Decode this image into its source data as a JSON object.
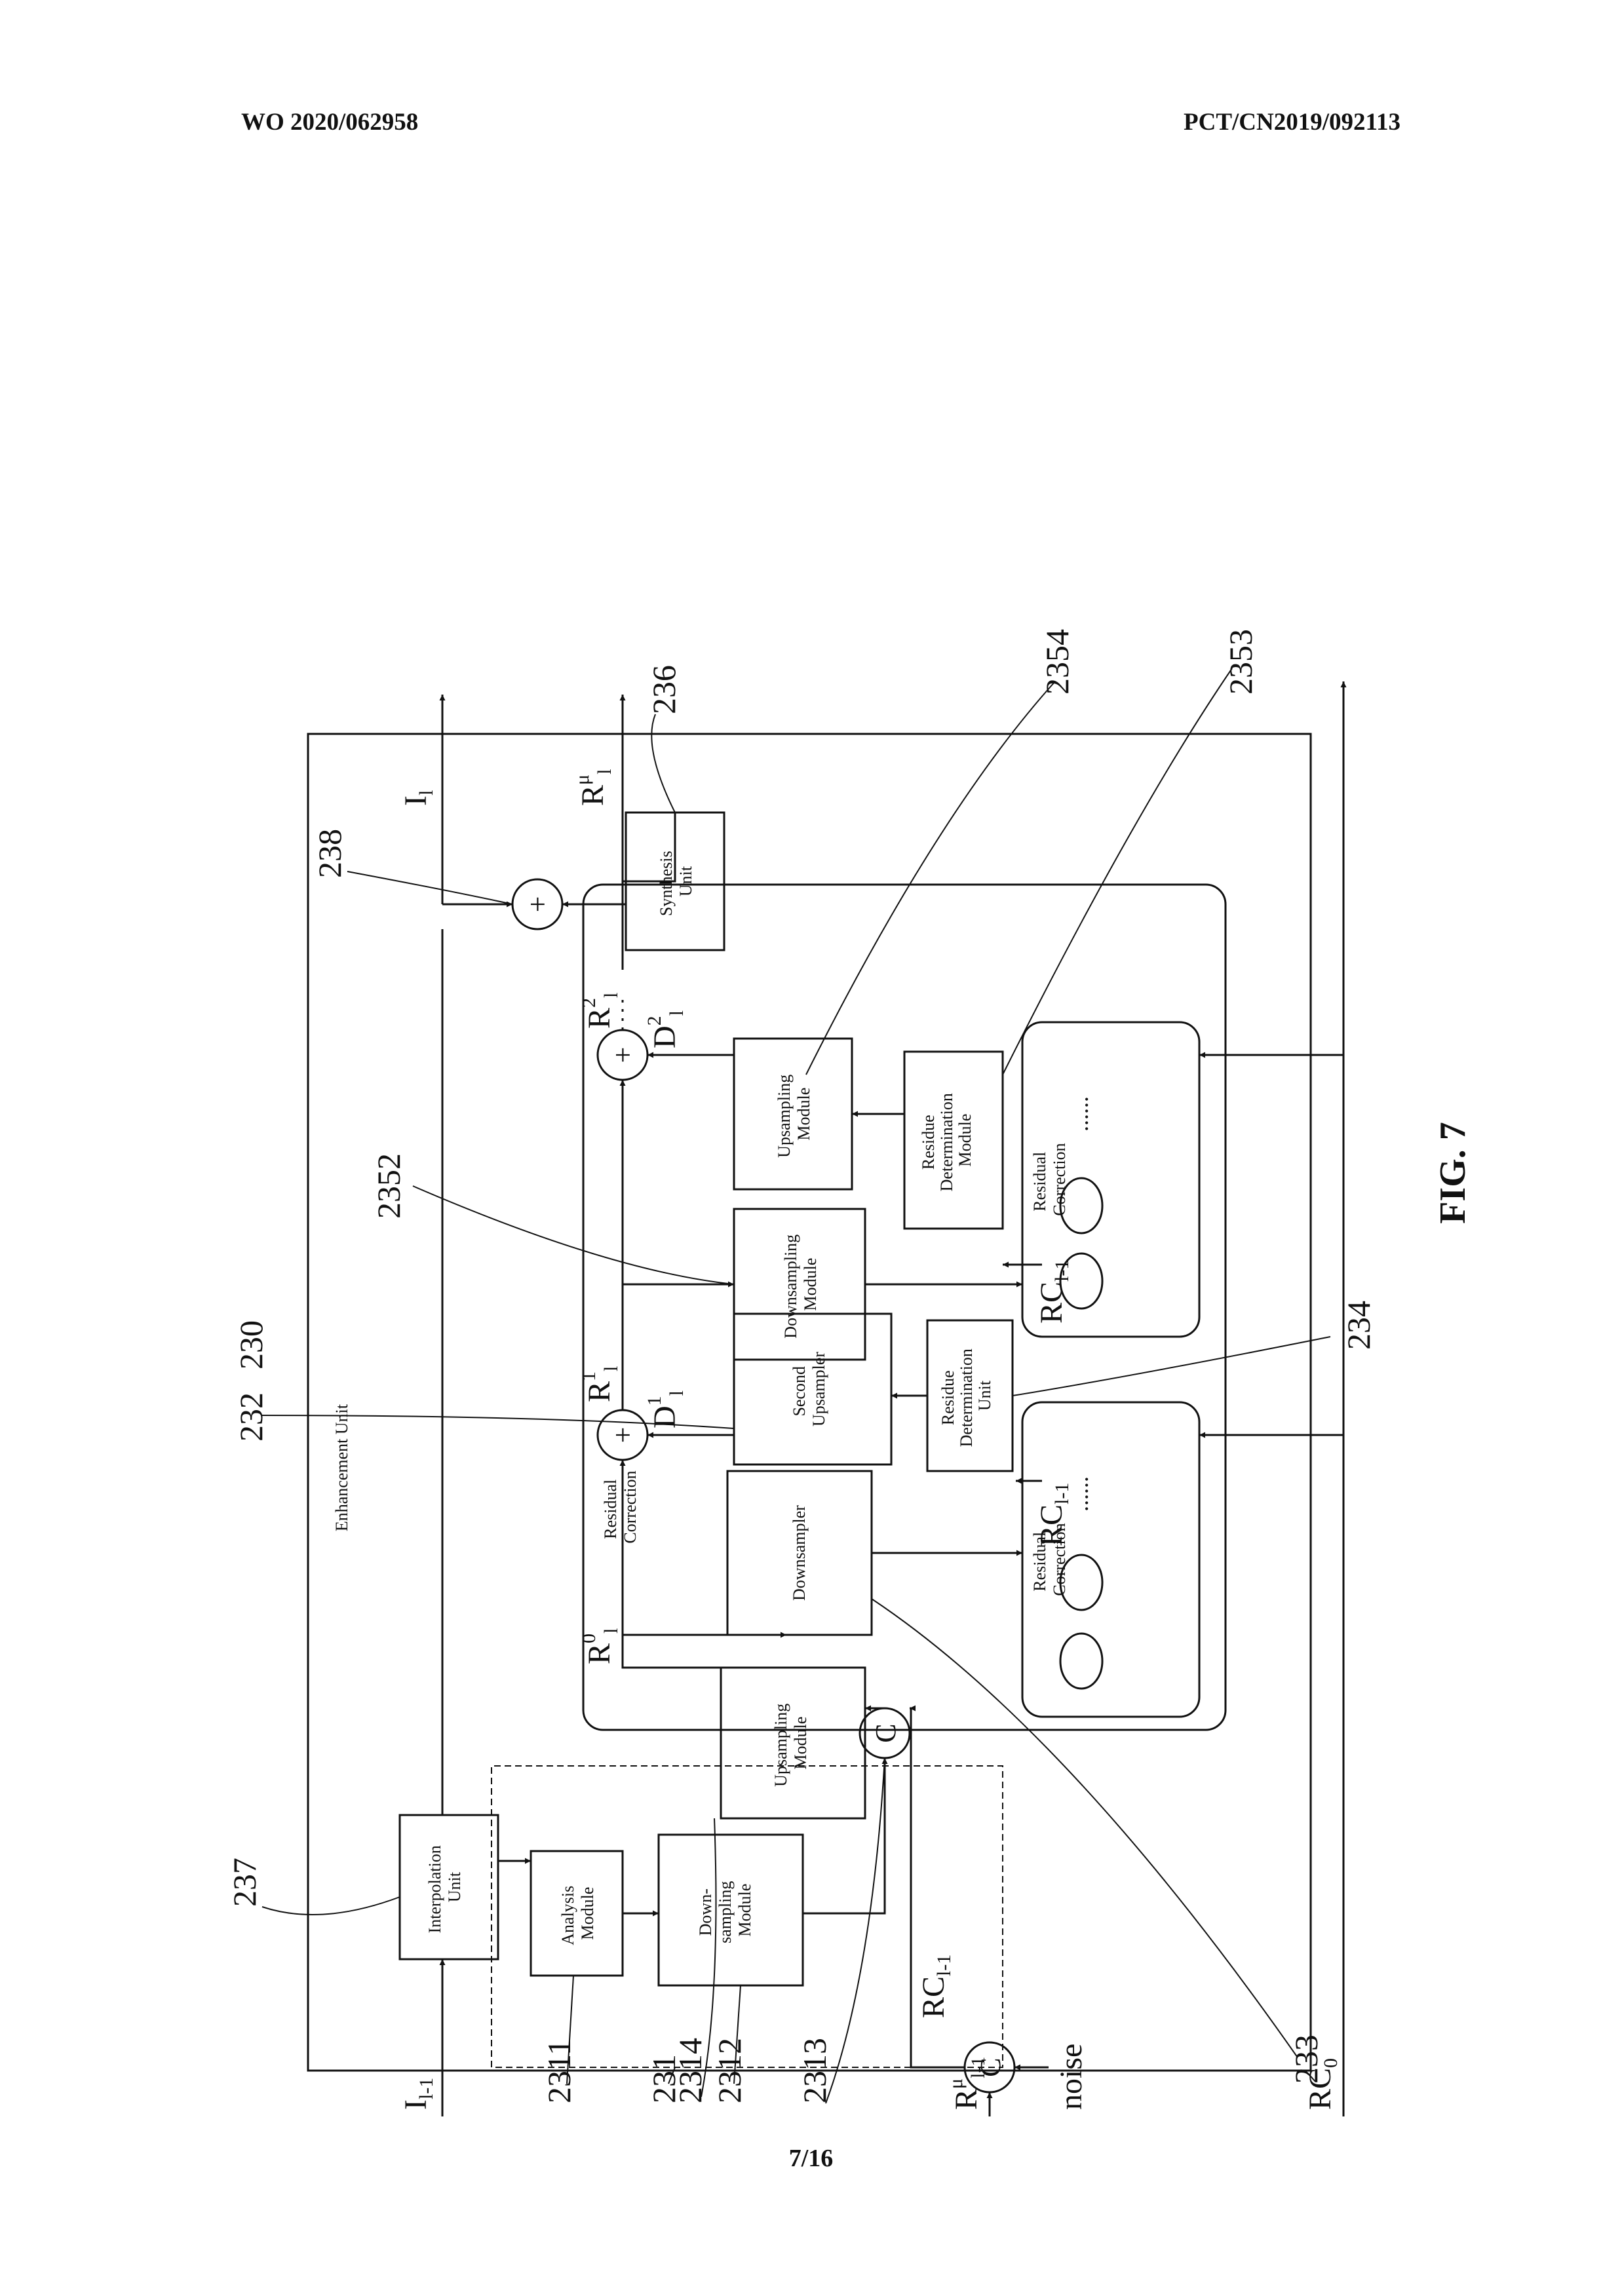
{
  "header": {
    "left": "WO 2020/062958",
    "right": "PCT/CN2019/092113"
  },
  "footer": {
    "page": "7/16"
  },
  "figure": {
    "label": "FIG. 7"
  },
  "diagram": {
    "enhancement_unit": "Enhancement Unit",
    "blocks": {
      "interpolation_unit": [
        "Interpolation",
        "Unit"
      ],
      "analysis_module": [
        "Analysis",
        "Module"
      ],
      "down_sampling_module": [
        "Down-",
        "sampling",
        "Module"
      ],
      "upsampling_module_2314": [
        "Upsampling",
        "Module"
      ],
      "synthesis_unit": [
        "Synthesis",
        "Unit"
      ],
      "downsampler": [
        "Downsampler"
      ],
      "second_upsampler": [
        "Second",
        "Upsampler"
      ],
      "residue_determination_unit": [
        "Residue",
        "Determination",
        "Unit"
      ],
      "downsampling_module_2352": [
        "Downsampling",
        "Module"
      ],
      "upsampling_module_2354": [
        "Upsampling",
        "Module"
      ],
      "residue_determination_module": [
        "Residue",
        "Determination",
        "Module"
      ],
      "residual_correction_outer": [
        "Residual",
        "Correction"
      ],
      "residual_correction_inner": [
        "Residual",
        "Correction"
      ],
      "dots": "......"
    },
    "operators": {
      "plus": "+",
      "concat": "C"
    },
    "signals": {
      "i_prev": "I",
      "i_prev_sub": "l-1",
      "i_out": "I",
      "i_out_sub": "l",
      "r_mu_out": "R",
      "r_mu_out_sup": "μ",
      "r_mu_out_sub": "l",
      "r0": "R",
      "r0_sup": "0",
      "r0_sub": "l",
      "r1": "R",
      "r1_sup": "1",
      "r1_sub": "l",
      "r2": "R",
      "r2_sup": "2",
      "r2_sub": "l",
      "d1": "D",
      "d1_sup": "1",
      "d1_sub": "l",
      "d2": "D",
      "d2_sup": "2",
      "d2_sub": "l",
      "rc_prev": "RC",
      "rc_prev_sub": "l-1",
      "rc0": "RC",
      "rc0_sub": "0",
      "r_mu_prev": "R",
      "r_mu_prev_sup": "μ",
      "r_mu_prev_sub": "l-1",
      "noise": "noise",
      "mu": "μ",
      "sub_l": "l",
      "sub_l1": "l-1",
      "ellipsis": "..."
    },
    "refs": {
      "r230": "230",
      "r231": "231",
      "r2311": "2311",
      "r2312": "2312",
      "r2313": "2313",
      "r2314": "2314",
      "r232": "232",
      "r233": "233",
      "r234": "234",
      "r2352": "2352",
      "r2353": "2353",
      "r2354": "2354",
      "r236": "236",
      "r237": "237",
      "r238": "238"
    }
  }
}
